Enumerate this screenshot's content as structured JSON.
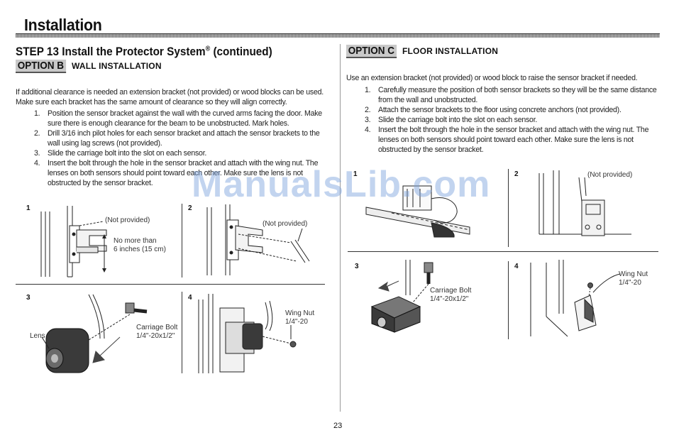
{
  "page_title": "Installation",
  "step": {
    "title": "STEP 13 Install the Protector System",
    "reg_mark": "®",
    "suffix": " (continued)"
  },
  "option_b": {
    "badge": "OPTION B",
    "title": "WALL INSTALLATION",
    "intro": "If additional clearance is needed an extension bracket (not provided) or wood blocks can be used. Make sure each bracket has the same amount of clearance so they will align correctly.",
    "steps": [
      "Position the sensor bracket against the wall with the curved arms facing the door. Make sure there is enough clearance for the beam to be unobstructed. Mark holes.",
      "Drill 3/16 inch pilot holes for each sensor bracket and attach the sensor brackets to the wall using lag screws (not provided).",
      "Slide the carriage bolt into the slot on each sensor.",
      "Insert the bolt through the hole in the sensor bracket and attach with the wing nut. The lenses on both sensors should point toward each other. Make sure the lens is not obstructed by the sensor bracket."
    ],
    "figures": {
      "fig1": {
        "num": "1",
        "not_provided": "(Not provided)",
        "clearance_1": "No more than",
        "clearance_2": "6 inches (15 cm)"
      },
      "fig2": {
        "num": "2",
        "not_provided": "(Not provided)"
      },
      "fig3": {
        "num": "3",
        "lens": "Lens",
        "bolt_1": "Carriage Bolt",
        "bolt_2": "1/4\"-20x1/2\""
      },
      "fig4": {
        "num": "4",
        "nut_1": "Wing Nut",
        "nut_2": "1/4\"-20"
      }
    }
  },
  "option_c": {
    "badge": "OPTION C",
    "title": "FLOOR INSTALLATION",
    "intro": "Use an extension bracket (not provided) or wood block to raise the sensor bracket if needed.",
    "steps": [
      "Carefully measure the position of both sensor brackets so they will be the same distance from the wall and unobstructed.",
      "Attach the sensor brackets to the floor using concrete anchors (not provided).",
      "Slide the carriage bolt into the slot on each sensor.",
      "Insert the bolt through the hole in the sensor bracket and attach with the wing nut. The lenses on both sensors should point toward each other. Make sure the lens is not obstructed by the sensor bracket."
    ],
    "figures": {
      "fig1": {
        "num": "1"
      },
      "fig2": {
        "num": "2",
        "not_provided": "(Not provided)"
      },
      "fig3": {
        "num": "3",
        "bolt_1": "Carriage Bolt",
        "bolt_2": "1/4\"-20x1/2\""
      },
      "fig4": {
        "num": "4",
        "nut_1": "Wing Nut",
        "nut_2": "1/4\"-20"
      }
    }
  },
  "watermark": "ManualsLib.com",
  "page_number": "23"
}
